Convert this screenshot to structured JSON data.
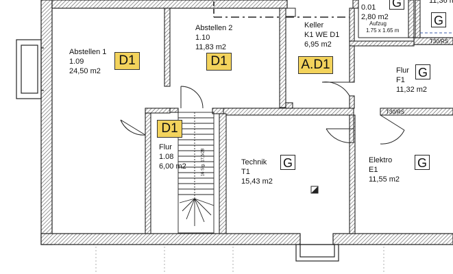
{
  "rooms": [
    {
      "id": "abstellen1",
      "name": "Abstellen 1",
      "number": "1.09",
      "area": "24,50 m2",
      "badge": "D1"
    },
    {
      "id": "abstellen2",
      "name": "Abstellen 2",
      "number": "1.10",
      "area": "11,83 m2",
      "badge": "D1"
    },
    {
      "id": "keller",
      "name": "Keller",
      "number": "K1 WE D1",
      "area": "6,95 m2",
      "badge": "A.D1"
    },
    {
      "id": "flur108",
      "name": "Flur",
      "number": "1.08",
      "area": "6,00 m2",
      "badge": "D1"
    },
    {
      "id": "flurF1",
      "name": "Flur",
      "number": "F1",
      "area": "11,32 m2",
      "badge": "G"
    },
    {
      "id": "technik",
      "name": "Technik",
      "number": "T1",
      "area": "15,43 m2",
      "badge": "G"
    },
    {
      "id": "elektro",
      "name": "Elektro",
      "number": "E1",
      "area": "11,55 m2",
      "badge": "G"
    },
    {
      "id": "room001",
      "name": "",
      "number": "0.01",
      "area": "2,80 m2",
      "badge": "G"
    }
  ],
  "partial_labels": {
    "top_right_area": "11,36 m",
    "top_right_badge": "G"
  },
  "elevator": {
    "label": "Aufzug",
    "size": "1.75 x 1.65 m"
  },
  "door_ratings": {
    "flur_top": "T30/RS",
    "flur_middle": "T30/RS"
  },
  "stair_note": "16 Stg. 17,5/28",
  "colors": {
    "badge_fill": "#f3d35c",
    "wall": "#222222",
    "hatch": "#555555"
  }
}
